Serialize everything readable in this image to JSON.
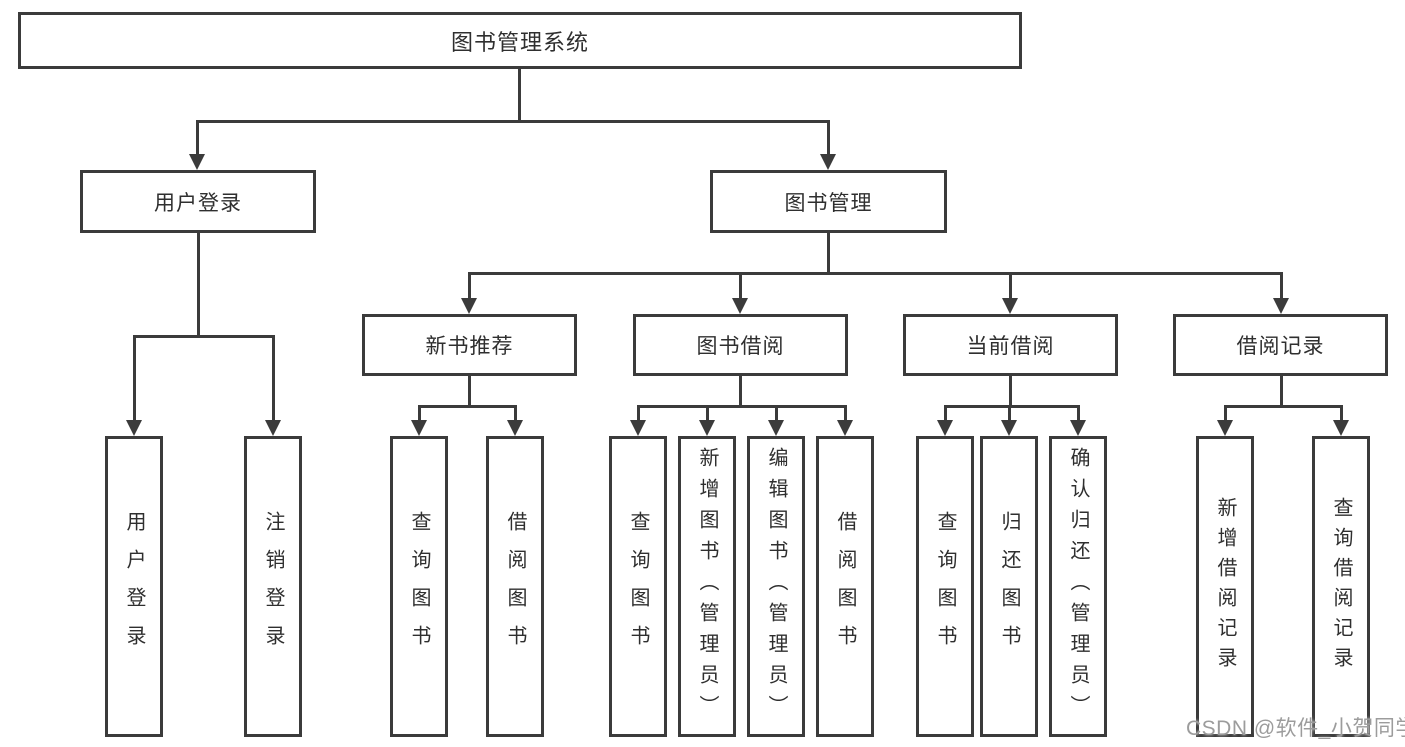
{
  "diagram": {
    "title_node": {
      "label": "图书管理系统"
    },
    "level1": [
      {
        "id": "user-login",
        "label": "用户登录"
      },
      {
        "id": "book-management",
        "label": "图书管理"
      }
    ],
    "level2": [
      {
        "id": "new-book-recommend",
        "label": "新书推荐"
      },
      {
        "id": "book-borrow",
        "label": "图书借阅"
      },
      {
        "id": "current-borrow",
        "label": "当前借阅"
      },
      {
        "id": "borrow-records",
        "label": "借阅记录"
      }
    ],
    "leaves": {
      "user_login": [
        "用户登录",
        "注销登录"
      ],
      "new_book_recommend": [
        "查询图书",
        "借阅图书"
      ],
      "book_borrow": [
        "查询图书",
        "新增图书（管理员）",
        "编辑图书（管理员）",
        "借阅图书"
      ],
      "current_borrow": [
        "查询图书",
        "归还图书",
        "确认归还（管理员）"
      ],
      "borrow_records": [
        "新增借阅记录",
        "查询借阅记录"
      ]
    },
    "colors": {
      "line": "#3b3b3b",
      "text": "#2f2f2f",
      "background": "#ffffff",
      "watermark": "#9c9c9c"
    }
  },
  "watermark": {
    "text": "CSDN @软件_小贺同学"
  }
}
